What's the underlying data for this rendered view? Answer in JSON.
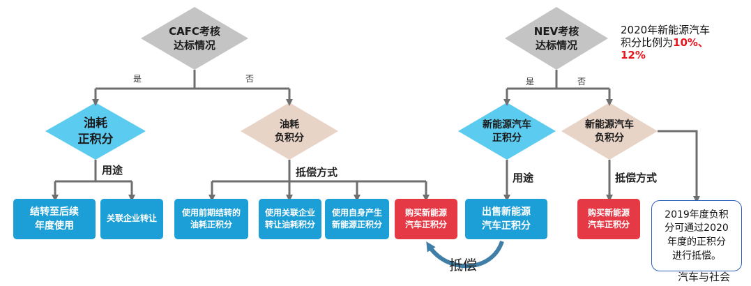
{
  "cafc": {
    "title": "CAFC考核\n达标情况",
    "yes": "是",
    "no": "否",
    "positive": "油耗\n正积分",
    "negative": "油耗\n负积分",
    "usage_label": "用途",
    "offset_label": "抵偿方式",
    "uses": [
      "结转至后续\n年度使用",
      "关联企业转让"
    ],
    "offsets": [
      "使用前期结转的\n油耗正积分",
      "使用关联企业\n转让油耗积分",
      "使用自身产生\n新能源正积分",
      "购买新能源\n汽车正积分"
    ]
  },
  "nev": {
    "title": "NEV考核\n达标情况",
    "yes": "是",
    "no": "否",
    "positive": "新能源汽车\n正积分",
    "negative": "新能源汽车\n负积分",
    "usage_label": "用途",
    "offset_label": "抵偿方式",
    "sell": "出售新能源\n汽车正积分",
    "buy": "购买新能源\n汽车正积分"
  },
  "note": {
    "line1": "2020年新能源汽车",
    "line2_prefix": "积分比例为",
    "line2_highlight": "10%、",
    "line3_highlight": "12%"
  },
  "carryover_note": "2019年度负积\n分可通过2020\n年度的正积分\n进行抵偿。",
  "offset_arrow_label": "抵偿",
  "watermark": "汽车与社会",
  "colors": {
    "decision_gray": "#c4c4c4",
    "positive_cyan": "#5ccbf0",
    "negative_pink": "#e8d3c7",
    "box_blue": "#1b9fd6",
    "box_red": "#e63946",
    "highlight_red": "#e8141c"
  }
}
